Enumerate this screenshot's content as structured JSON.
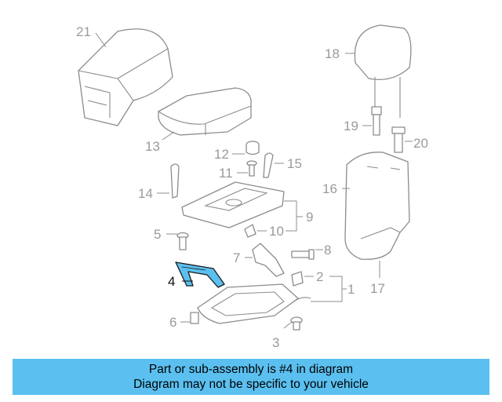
{
  "callouts": {
    "c1": "1",
    "c2": "2",
    "c3": "3",
    "c4": "4",
    "c5": "5",
    "c6": "6",
    "c7": "7",
    "c8": "8",
    "c9": "9",
    "c10": "10",
    "c11": "11",
    "c12": "12",
    "c13": "13",
    "c14": "14",
    "c15": "15",
    "c16": "16",
    "c17": "17",
    "c18": "18",
    "c19": "19",
    "c20": "20",
    "c21": "21"
  },
  "highlighted_part": "4",
  "colors": {
    "highlight": "#5bc0f0",
    "line": "#8c8c8c",
    "banner": "#5bc0f0"
  },
  "banner": {
    "line1": "Part or sub-assembly is #4 in diagram",
    "line2": "Diagram may not be specific to your vehicle"
  }
}
